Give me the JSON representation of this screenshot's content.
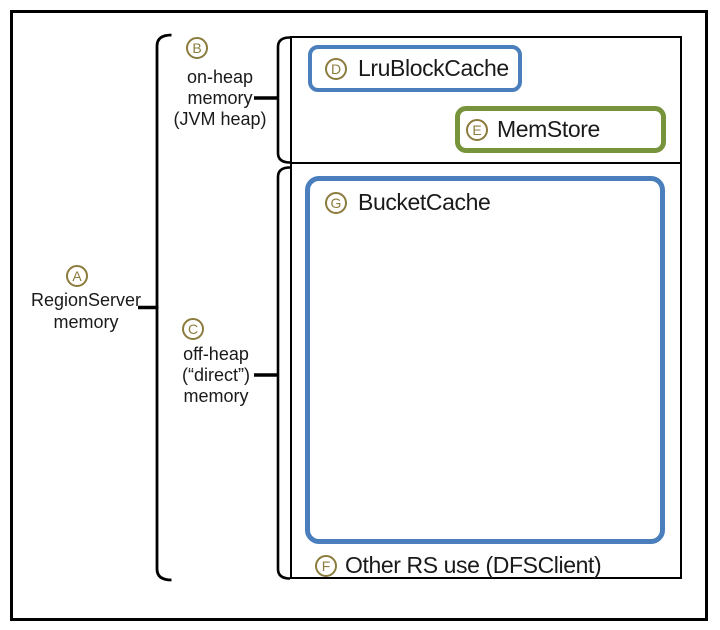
{
  "colors": {
    "accent_blue": "#4A7EBC",
    "accent_green": "#77933C",
    "callout_olive": "#8B7B3C",
    "outline_black": "#000000"
  },
  "region_label": {
    "letter": "A",
    "lines": [
      "RegionServer",
      "memory"
    ]
  },
  "on_heap_label": {
    "letter": "B",
    "lines": [
      "on-heap",
      "memory",
      "(JVM heap)"
    ]
  },
  "off_heap_label": {
    "letter": "C",
    "lines": [
      "off-heap",
      "(“direct”)",
      "memory"
    ]
  },
  "lru_block_cache": {
    "letter": "D",
    "label": "LruBlockCache"
  },
  "mem_store": {
    "letter": "E",
    "label": "MemStore"
  },
  "other_rs_use": {
    "letter": "F",
    "label": "Other RS use (DFSClient)"
  },
  "bucket_cache": {
    "letter": "G",
    "label": "BucketCache"
  }
}
